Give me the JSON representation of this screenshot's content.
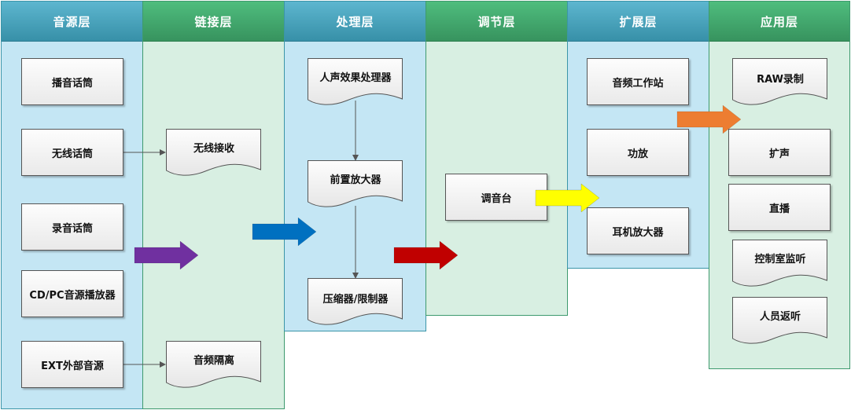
{
  "lanes": [
    {
      "title": "音源层",
      "theme": "blue"
    },
    {
      "title": "链接层",
      "theme": "green"
    },
    {
      "title": "处理层",
      "theme": "blue"
    },
    {
      "title": "调节层",
      "theme": "green"
    },
    {
      "title": "扩展层",
      "theme": "blue"
    },
    {
      "title": "应用层",
      "theme": "green"
    }
  ],
  "source_layer": {
    "items": [
      "播音话筒",
      "无线话筒",
      "录音话筒",
      "CD/PC音源播放器",
      "EXT外部音源"
    ]
  },
  "link_layer": {
    "items": [
      "无线接收",
      "音频隔离"
    ]
  },
  "processing_layer": {
    "items": [
      "人声效果处理器",
      "前置放大器",
      "压缩器/限制器"
    ]
  },
  "adjust_layer": {
    "items": [
      "调音台"
    ]
  },
  "expansion_layer": {
    "items": [
      "音频工作站",
      "功放",
      "耳机放大器"
    ]
  },
  "application_layer": {
    "items": [
      "RAW录制",
      "扩声",
      "直播",
      "控制室监听",
      "人员返听"
    ]
  },
  "flow_arrows": [
    {
      "from": "音源层",
      "to": "链接层",
      "color": "#7030a0"
    },
    {
      "from": "链接层",
      "to": "处理层",
      "color": "#0070c0"
    },
    {
      "from": "处理层",
      "to": "调节层",
      "color": "#c00000"
    },
    {
      "from": "调节层",
      "to": "扩展层",
      "color": "#ffff00"
    },
    {
      "from": "扩展层",
      "to": "应用层",
      "color": "#ed7d31"
    }
  ]
}
